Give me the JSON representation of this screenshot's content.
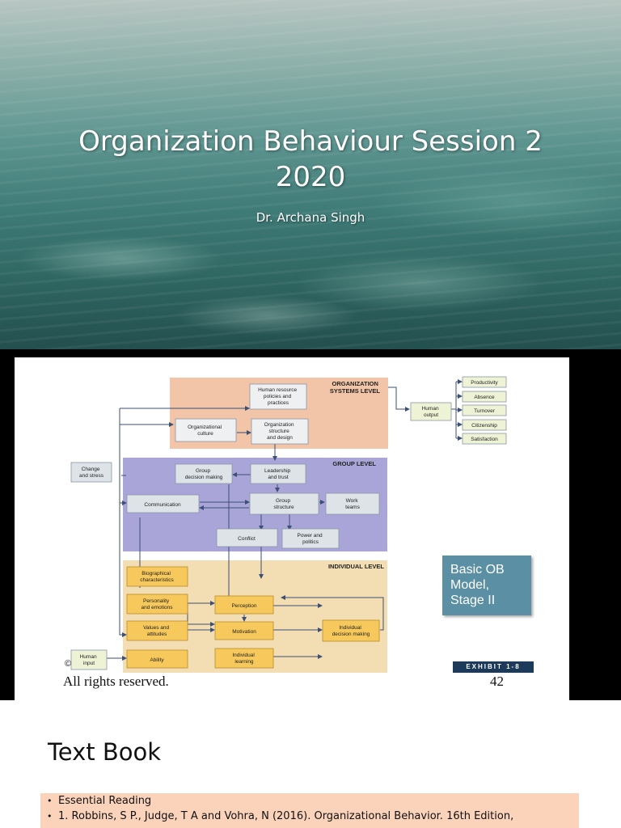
{
  "slide1": {
    "title": "Organization Behaviour Session 2 2020",
    "subtitle": "Dr. Archana Singh"
  },
  "slide2": {
    "levels": {
      "organization": "ORGANIZATION\nSYSTEMS LEVEL",
      "group": "GROUP LEVEL",
      "individual": "INDIVIDUAL LEVEL"
    },
    "boxes": {
      "hr": "Human resource\npolicies and\npractices",
      "org_culture": "Organizational\nculture",
      "org_structure": "Organization\nstructure\nand design",
      "group_decision": "Group\ndecision making",
      "leadership": "Leadership\nand trust",
      "communication": "Communication",
      "group_structure": "Group\nstructure",
      "work_teams": "Work\nteams",
      "conflict": "Conflict",
      "power": "Power and\npolitics",
      "change": "Change\nand stress",
      "bio": "Biographical\ncharacteristics",
      "personality": "Personality\nand emotions",
      "values": "Values and\nattitudes",
      "ability": "Ability",
      "perception": "Perception",
      "motivation": "Motivation",
      "learning": "Individual\nlearning",
      "indiv_decision": "Individual\ndecision making",
      "human_input": "Human\ninput",
      "human_output": "Human\noutput"
    },
    "outputs": [
      "Productivity",
      "Absence",
      "Turnover",
      "Citizenship",
      "Satisfaction"
    ],
    "ob_label": "Basic OB\nModel,\nStage II",
    "exhibit": "EXHIBIT 1-8",
    "copyright": "All rights reserved.",
    "copyright_mark": "©",
    "page_number": "42"
  },
  "slide3": {
    "title": "Text Book",
    "items": [
      "Essential Reading",
      "1. Robbins, S P., Judge, T A and Vohra, N (2016). Organizational Behavior. 16th Edition,"
    ]
  },
  "colors": {
    "org_band": "#f2c4a8",
    "group_band": "#a9a5d8",
    "individual_band": "#f3ddb2",
    "yellow_box": "#f7c95c",
    "grey_box": "#dde3e6",
    "output_box": "#eef3d6",
    "ob_label": "#5b8fa3",
    "reading_bg": "#fbd3bb"
  }
}
